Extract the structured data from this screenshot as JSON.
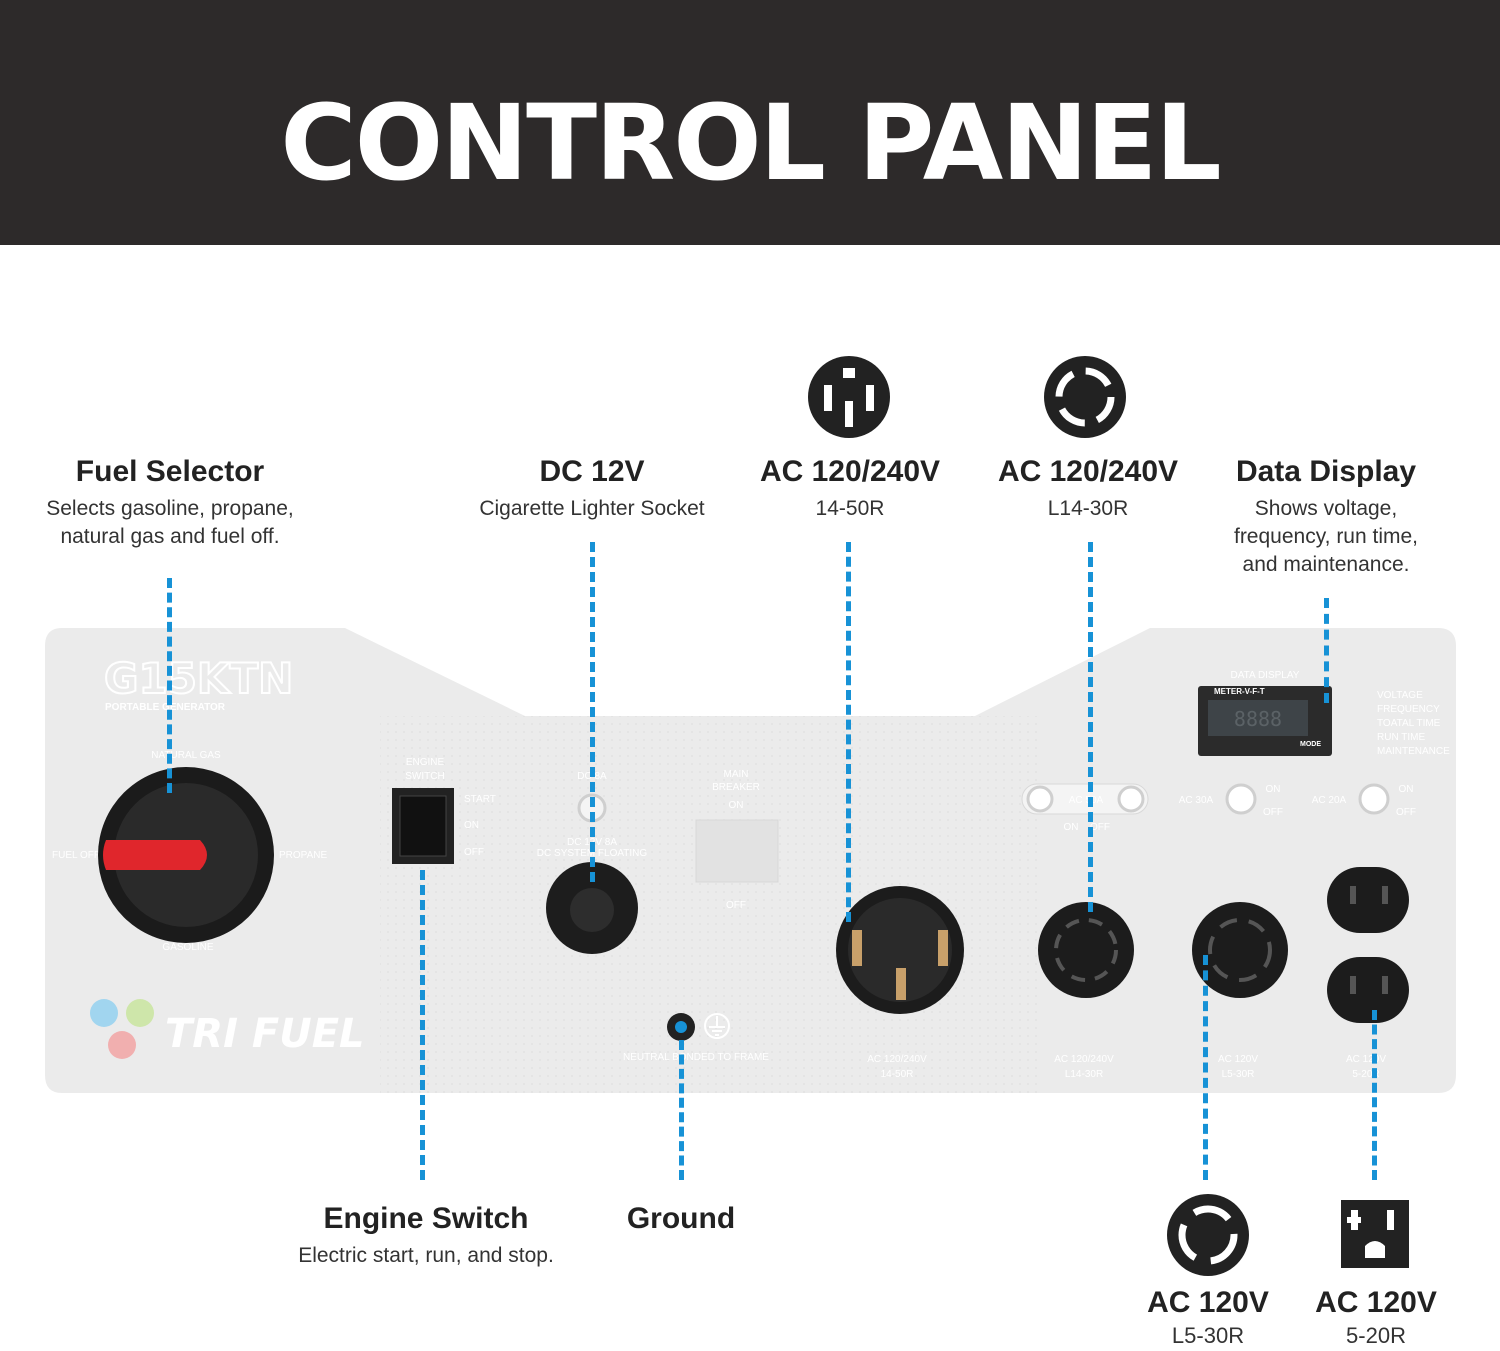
{
  "banner": {
    "title": "CONTROL PANEL"
  },
  "callouts": {
    "fuel_selector": {
      "title": "Fuel Selector",
      "line1": "Selects gasoline, propane,",
      "line2": "natural gas and fuel off."
    },
    "dc12v": {
      "title": "DC 12V",
      "desc": "Cigarette Lighter Socket"
    },
    "ac_14_50r": {
      "title": "AC 120/240V",
      "desc": "14-50R"
    },
    "ac_l14_30r": {
      "title": "AC 120/240V",
      "desc": "L14-30R"
    },
    "data_display": {
      "title": "Data Display",
      "line1": "Shows voltage,",
      "line2": "frequency, run time,",
      "line3": "and maintenance."
    },
    "engine_switch": {
      "title": "Engine Switch",
      "desc": "Electric start, run, and stop."
    },
    "ground": {
      "title": "Ground"
    },
    "ac_l5_30r": {
      "title": "AC 120V",
      "desc": "L5-30R"
    },
    "ac_5_20r": {
      "title": "AC 120V",
      "desc": "5-20R"
    }
  },
  "panel": {
    "model": "G15KTN",
    "model_sub": "PORTABLE GENERATOR",
    "brand": "TRI FUEL",
    "fuel_positions": {
      "top": "NATURAL GAS",
      "left": "FUEL OFF",
      "right": "PROPANE",
      "bottom": "GASOLINE"
    },
    "engine_switch": {
      "label1": "ENGINE",
      "label2": "SWITCH",
      "start": "START",
      "on": "ON",
      "off": "OFF"
    },
    "dc": {
      "top_label": "DC 8A",
      "socket_label": "DC 12V 8A",
      "socket_sub": "DC SYSTEM FLOATING"
    },
    "main_breaker": {
      "label1": "MAIN",
      "label2": "BREAKER",
      "on": "ON",
      "off": "OFF"
    },
    "ground_label": "NEUTRAL BONDED TO FRAME",
    "data_display": {
      "title": "DATA DISPLAY",
      "meter_label": "METER-V-F-T",
      "readout": "8888",
      "mode": "MODE",
      "legend": [
        "VOLTAGE",
        "FREQUENCY",
        "TOATAL TIME",
        "RUN TIME",
        "MAINTENANCE"
      ]
    },
    "breakers": [
      "AC 50A",
      "AC 30A",
      "AC 20A"
    ],
    "breaker_states": {
      "on": "ON",
      "off": "OFF"
    },
    "outlets": [
      {
        "label": "AC 120/240V",
        "sub": "14-50R"
      },
      {
        "label": "AC 120/240V",
        "sub": "L14-30R"
      },
      {
        "label": "AC 120V",
        "sub": "L5-30R"
      },
      {
        "label": "AC 120V",
        "sub": "5-20R"
      }
    ]
  },
  "colors": {
    "banner": "#2d2a2a",
    "leader": "#1792d6",
    "panel": "#ebebeb",
    "handle": "#e0262c"
  }
}
